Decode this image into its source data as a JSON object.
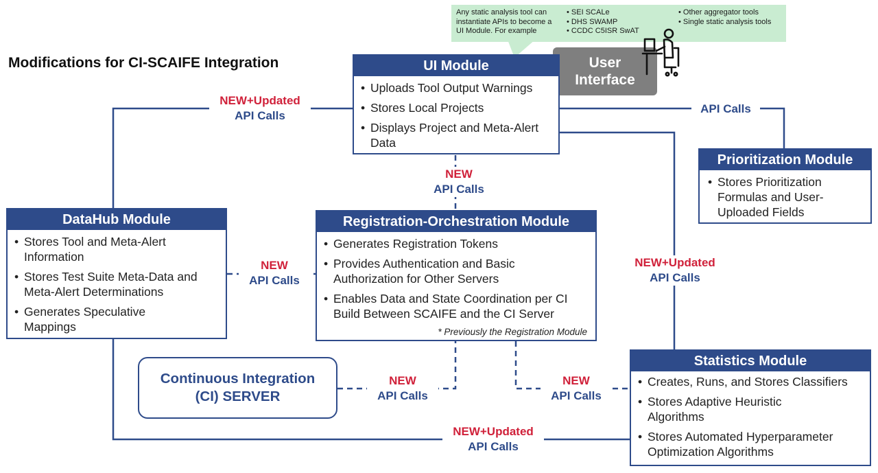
{
  "title": "Modifications for CI-SCAIFE Integration",
  "callout": {
    "intro": "Any static analysis tool can instantiate APIs to become a UI Module. For example",
    "col2": [
      "SEI SCALe",
      "DHS SWAMP",
      "CCDC C5ISR SwAT"
    ],
    "col3": [
      "Other aggregator tools",
      "Single static analysis tools"
    ]
  },
  "user_interface_label": "User Interface",
  "ui_module": {
    "title": "UI Module",
    "items": [
      "Uploads Tool Output Warnings",
      "Stores Local Projects",
      "Displays Project and Meta-Alert Data"
    ]
  },
  "prioritization_module": {
    "title": "Prioritization Module",
    "items": [
      "Stores Prioritization Formulas and User-Uploaded Fields"
    ]
  },
  "datahub_module": {
    "title": "DataHub Module",
    "items": [
      "Stores Tool and Meta-Alert Information",
      "Stores Test Suite Meta-Data and Meta-Alert Determinations",
      "Generates Speculative Mappings"
    ]
  },
  "registration_module": {
    "title": "Registration-Orchestration Module",
    "items": [
      "Generates Registration Tokens",
      "Provides Authentication and Basic Authorization for Other Servers",
      "Enables Data and State Coordination per CI Build Between SCAIFE and the CI Server"
    ],
    "note": "* Previously the Registration Module"
  },
  "statistics_module": {
    "title": "Statistics Module",
    "items": [
      "Creates, Runs, and Stores Classifiers",
      "Stores Adaptive Heuristic Algorithms",
      "Stores Automated Hyperparameter Optimization Algorithms"
    ]
  },
  "ci_server": {
    "line1": "Continuous Integration",
    "line2": "(CI) SERVER"
  },
  "connections": {
    "ui_datahub": {
      "tag": "NEW+Updated",
      "text": "API Calls"
    },
    "ui_prioritization": {
      "text": "API Calls"
    },
    "ui_registration": {
      "tag": "NEW",
      "text": "API Calls"
    },
    "datahub_registration": {
      "tag": "NEW",
      "text": "API Calls"
    },
    "ui_statistics": {
      "tag": "NEW+Updated",
      "text": "API Calls"
    },
    "ci_registration": {
      "tag": "NEW",
      "text": "API Calls"
    },
    "registration_statistics": {
      "tag": "NEW",
      "text": "API Calls"
    },
    "datahub_statistics": {
      "tag": "NEW+Updated",
      "text": "API Calls"
    }
  },
  "colors": {
    "navy": "#2e4b8a",
    "red": "#d0213a",
    "callout_green": "#c9ecd1",
    "gray": "#7f7f7f"
  }
}
